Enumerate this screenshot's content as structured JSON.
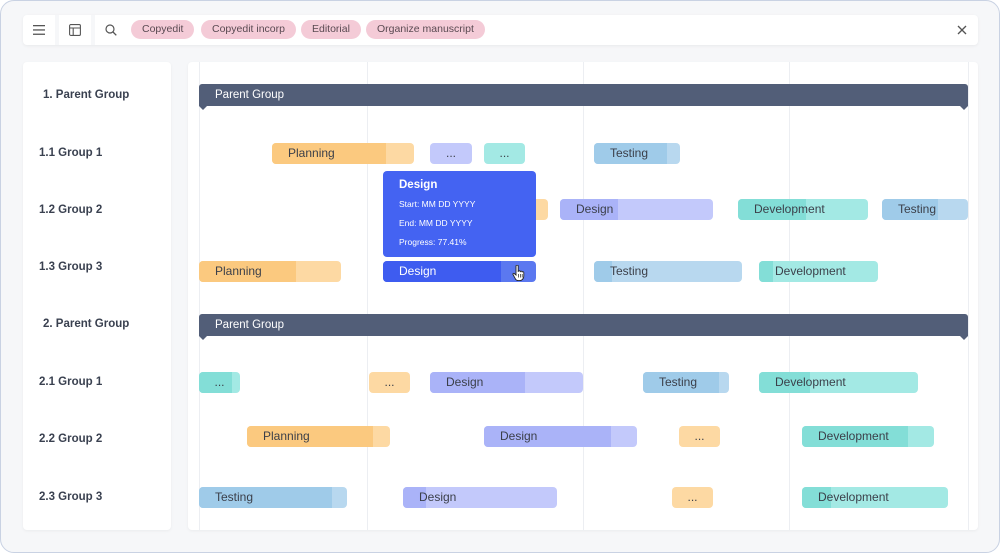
{
  "toolbar": {
    "tags": [
      "Copyedit",
      "Copyedit incorp",
      "Editorial",
      "Organize manuscript"
    ]
  },
  "rows": [
    {
      "label": "1. Parent Group"
    },
    {
      "label": "1.1 Group 1"
    },
    {
      "label": "1.2 Group 2"
    },
    {
      "label": "1.3 Group 3"
    },
    {
      "label": "2. Parent Group"
    },
    {
      "label": "2.1 Group 1"
    },
    {
      "label": "2.2 Group 2"
    },
    {
      "label": "2.3 Group 3"
    }
  ],
  "parents": [
    {
      "label": "Parent Group"
    },
    {
      "label": "Parent Group"
    }
  ],
  "bars": [
    {
      "label": "Planning",
      "color": "#fbc97f",
      "progress": 0.8
    },
    {
      "label": "...",
      "color": "#aab3f8"
    },
    {
      "label": "...",
      "color": "#83ded7"
    },
    {
      "label": "Testing",
      "color": "#9fcbe9",
      "progress": 0.85
    },
    {
      "label": "Design",
      "color": "#aab3f8",
      "progress": 0.38
    },
    {
      "label": "Development",
      "color": "#83ded7",
      "progress": 0.52
    },
    {
      "label": "Testing",
      "color": "#9fcbe9",
      "progress": 0.65
    },
    {
      "label": "Planning",
      "color": "#fbc97f",
      "progress": 0.68
    },
    {
      "label": "Design",
      "color": "#3e5cf0",
      "progress": 0.7741
    },
    {
      "label": "Testing",
      "color": "#9fcbe9",
      "progress": 0.12
    },
    {
      "label": "Development",
      "color": "#83ded7",
      "progress": 0.12
    },
    {
      "label": "...",
      "color": "#83ded7",
      "progress": 0.8
    },
    {
      "label": "...",
      "color": "#fbc97f"
    },
    {
      "label": "Design",
      "color": "#aab3f8",
      "progress": 0.62
    },
    {
      "label": "Testing",
      "color": "#9fcbe9",
      "progress": 0.88
    },
    {
      "label": "Development",
      "color": "#83ded7",
      "progress": 0.32
    },
    {
      "label": "Planning",
      "color": "#fbc97f",
      "progress": 0.88
    },
    {
      "label": "Design",
      "color": "#aab3f8",
      "progress": 0.83
    },
    {
      "label": "...",
      "color": "#fbc97f"
    },
    {
      "label": "Development",
      "color": "#83ded7",
      "progress": 0.8
    },
    {
      "label": "Testing",
      "color": "#9fcbe9",
      "progress": 0.9
    },
    {
      "label": "Design",
      "color": "#aab3f8",
      "progress": 0.15
    },
    {
      "label": "...",
      "color": "#fbc97f"
    },
    {
      "label": "Development",
      "color": "#83ded7",
      "progress": 0.2
    }
  ],
  "tooltip": {
    "title": "Design",
    "start": "Start: MM DD YYYY",
    "end": "End: MM DD YYYY",
    "progress": "Progress: 77.41%"
  }
}
